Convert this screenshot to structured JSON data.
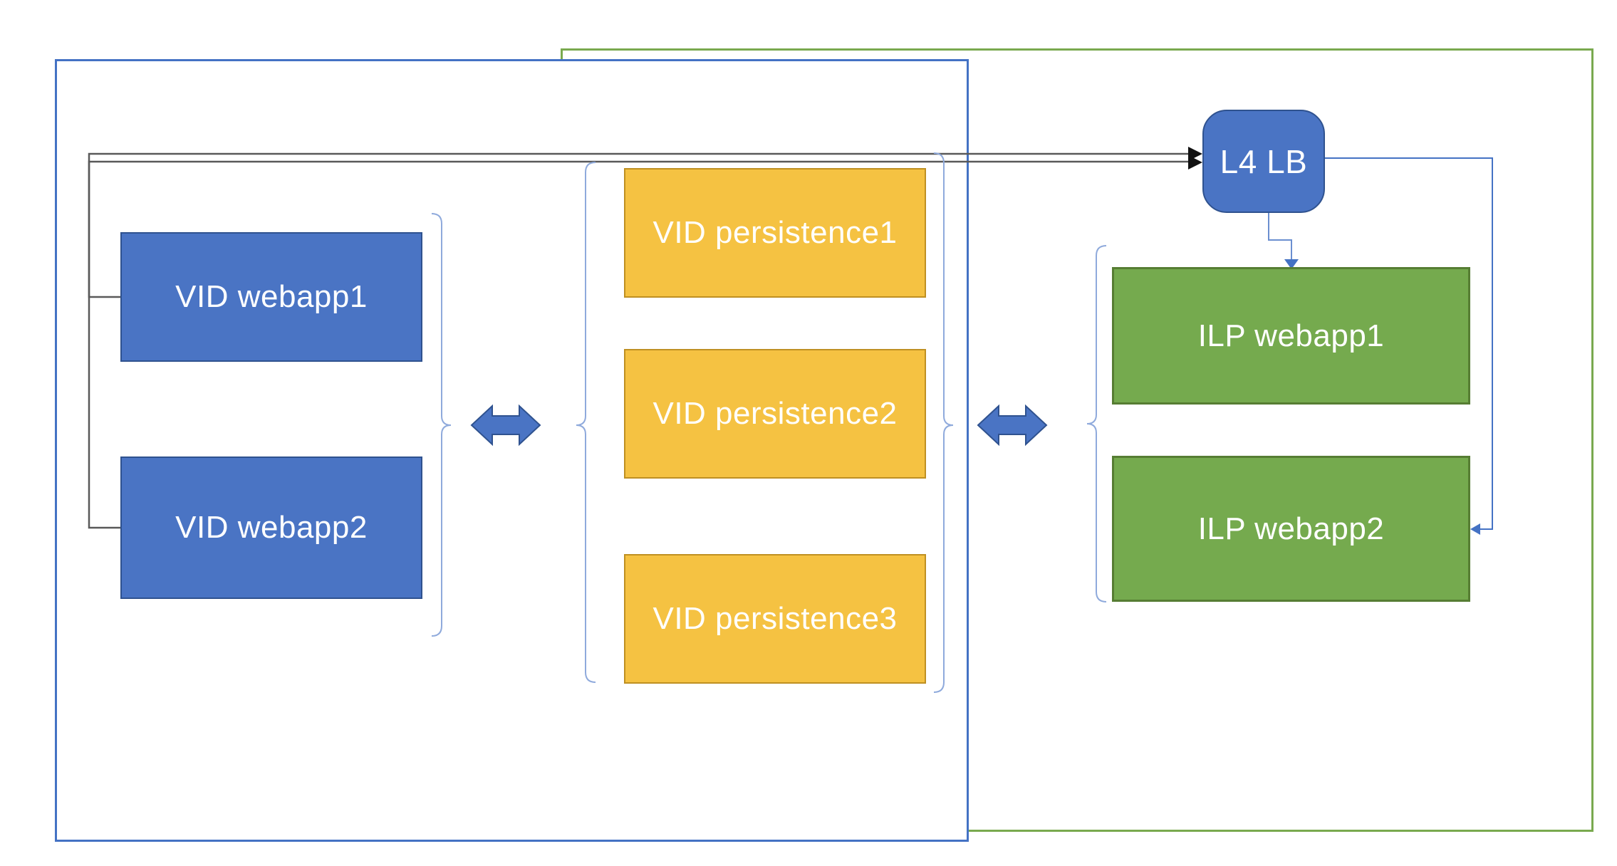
{
  "diagram": {
    "nodes": {
      "vid_webapp1": {
        "label": "VID webapp1",
        "fill": "#4a74c4"
      },
      "vid_webapp2": {
        "label": "VID webapp2",
        "fill": "#4a74c4"
      },
      "vid_persistence1": {
        "label": "VID persistence1",
        "fill": "#f5c242"
      },
      "vid_persistence2": {
        "label": "VID persistence2",
        "fill": "#f5c242"
      },
      "vid_persistence3": {
        "label": "VID persistence3",
        "fill": "#f5c242"
      },
      "l4_lb": {
        "label": "L4 LB",
        "fill": "#4a74c4"
      },
      "ilp_webapp1": {
        "label": "ILP webapp1",
        "fill": "#75aa4e"
      },
      "ilp_webapp2": {
        "label": "ILP webapp2",
        "fill": "#75aa4e"
      }
    },
    "connections": [
      {
        "from": "vid_webapp1",
        "to": "l4_lb",
        "style": "black-arrow"
      },
      {
        "from": "vid_webapp2",
        "to": "l4_lb",
        "style": "black-arrow"
      },
      {
        "from": "l4_lb",
        "to": "ilp_webapp1",
        "style": "blue-arrow"
      },
      {
        "from": "l4_lb",
        "to": "ilp_webapp2",
        "style": "blue-arrow"
      },
      {
        "between": [
          "vid_webapp_group",
          "vid_persistence_group"
        ],
        "style": "double-arrow"
      },
      {
        "between": [
          "vid_persistence_group",
          "ilp_webapp_group"
        ],
        "style": "double-arrow"
      }
    ],
    "colors": {
      "blue_zone_border": "#4472c4",
      "green_zone_border": "#79a94f",
      "node_blue_fill": "#4a74c4",
      "node_blue_border": "#2f528f",
      "node_orange_fill": "#f5c242",
      "node_orange_border": "#bf9022",
      "node_green_fill": "#75aa4e",
      "node_green_border": "#567d33",
      "gray_connector": "#595959",
      "black_arrowhead": "#111111",
      "blue_connector": "#4472c4",
      "brace": "#8faadc",
      "double_arrow_fill": "#4a74c4",
      "double_arrow_border": "#2f528f"
    }
  }
}
